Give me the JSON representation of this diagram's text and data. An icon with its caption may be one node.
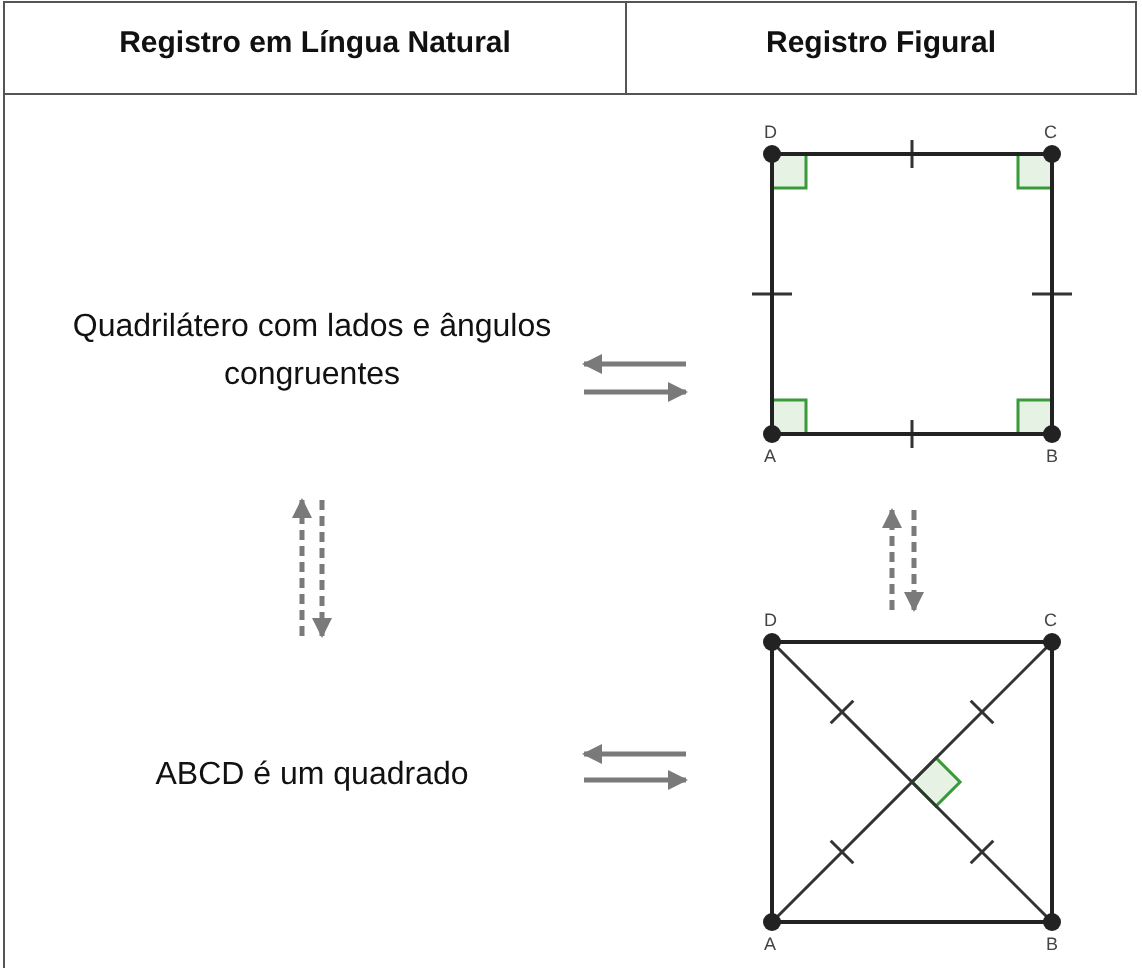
{
  "diagram": {
    "nodes": [
      {
        "text": [
          "Quadrilátero com lados e ângulos congruentes"
        ]
      },
      {
        "text": [],
        "shape": "picture"
      },
      {
        "text": [
          "ABCD é um quadrado"
        ]
      },
      {
        "text": [],
        "shape": "picture"
      }
    ],
    "edges": [
      {
        "from": 1,
        "to": 0,
        "arrow": "to"
      },
      {
        "from": 0,
        "to": 1,
        "arrow": "to"
      },
      {
        "from": 2,
        "to": 0,
        "arrow": "to",
        "style": "dashed"
      },
      {
        "from": 0,
        "to": 2,
        "arrow": "to",
        "style": "dashed"
      },
      {
        "from": 3,
        "to": 1,
        "arrow": "to",
        "style": "dashed"
      },
      {
        "from": 1,
        "to": 3,
        "arrow": "to",
        "style": "dashed"
      },
      {
        "from": 3,
        "to": 2,
        "arrow": "to"
      },
      {
        "from": 2,
        "to": 3,
        "arrow": "to"
      }
    ],
    "labels": [
      "Registro em Língua Natural",
      "Registro Figural",
      "D",
      "C",
      "A",
      "B",
      "D",
      "C",
      "A",
      "B"
    ]
  }
}
